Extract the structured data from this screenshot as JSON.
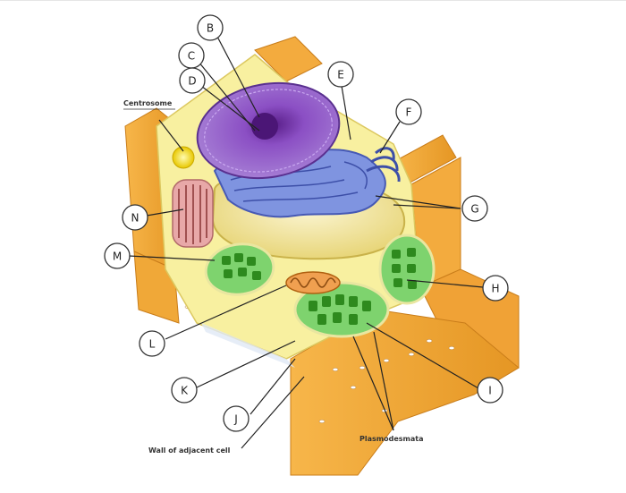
{
  "labels": {
    "B": "B",
    "C": "C",
    "D": "D",
    "E": "E",
    "F": "F",
    "G": "G",
    "H": "H",
    "I": "I",
    "J": "J",
    "K": "K",
    "L": "L",
    "M": "M",
    "N": "N"
  },
  "captions": {
    "centrosome": "Centrosome",
    "wall_adjacent": "Wall of adjacent cell",
    "plasmodesmata": "Plasmodesmata"
  },
  "colors": {
    "cell_wall": "#f4a93a",
    "cytoplasm": "#f8f0a0",
    "nucleus": "#8b4fc4",
    "er": "#5a6fd0",
    "chloroplast": "#4cae2c",
    "mitochondrion": "#e07a2a",
    "vacuole": "#f1e3a0"
  }
}
